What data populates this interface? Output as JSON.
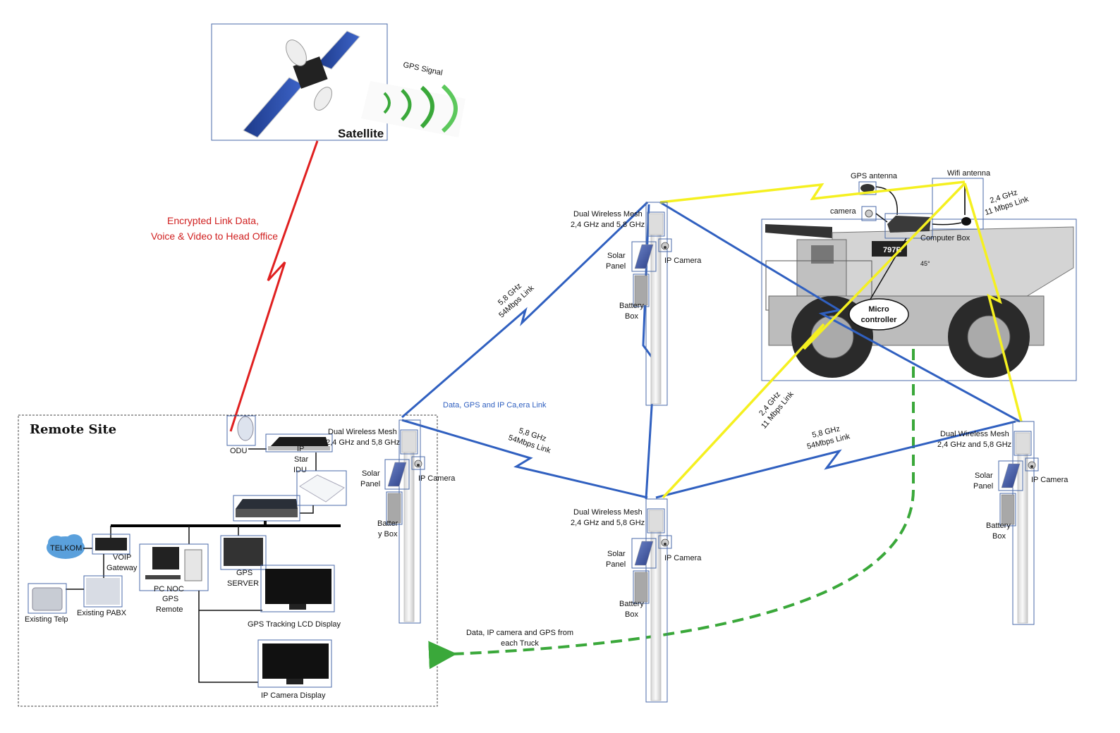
{
  "colors": {
    "satellite_link": "#e02020",
    "mesh_link": "#3060c0",
    "wifi_link": "#f5f020",
    "truck_data_link": "#3aa83a",
    "node_outline": "#4a6aa8"
  },
  "satellite": {
    "label": "Satellite",
    "gps_signal": "GPS Signal"
  },
  "satellite_link": {
    "line1": "Encrypted Link Data,",
    "line2": "Voice & Video to Head Office"
  },
  "remote_site": {
    "title": "Remote Site",
    "odu": "ODU",
    "idu": [
      "IP",
      "Star",
      "IDU"
    ],
    "telkom": "TELKOM",
    "voip": [
      "VOIP",
      "Gateway"
    ],
    "pabx": "Existing PABX",
    "telp": "Existing Telp",
    "pc": [
      "PC NOC",
      "GPS",
      "Remote"
    ],
    "gps_server": [
      "GPS",
      "SERVER"
    ],
    "gps_display": "GPS Tracking LCD Display",
    "camera_display": "IP Camera Display"
  },
  "mesh_nodes": {
    "mesh": [
      "Dual Wireless Mesh",
      "2,4 GHz and 5,8 GHz"
    ],
    "solar": [
      "Solar",
      "Panel"
    ],
    "camera": "IP Camera",
    "battery": [
      "Battery",
      "Box"
    ],
    "battery_split": [
      "Batter",
      "y Box"
    ]
  },
  "links": {
    "mesh_a": [
      "5,8 GHz",
      "54Mbps Link"
    ],
    "mesh_b": [
      "5,8 GHz",
      "54Mbps Link"
    ],
    "mesh_c": [
      "5,8 GHz",
      "54Mbps Link"
    ],
    "wifi_a": [
      "2,4 GHz",
      "11 Mbps Link"
    ],
    "wifi_b": [
      "2,4 GHz",
      "11 Mbps Link"
    ],
    "data_gps_camera": "Data, GPS and IP Ca,era Link",
    "truck_data": [
      "Data, IP camera and GPS from",
      "each Truck"
    ]
  },
  "truck": {
    "gps_antenna": "GPS antenna",
    "wifi_antenna": "Wifi antenna",
    "camera": "camera",
    "computer_box": "Computer Box",
    "micro": [
      "Micro",
      "controller"
    ],
    "model": "797B",
    "angle": "45°"
  }
}
